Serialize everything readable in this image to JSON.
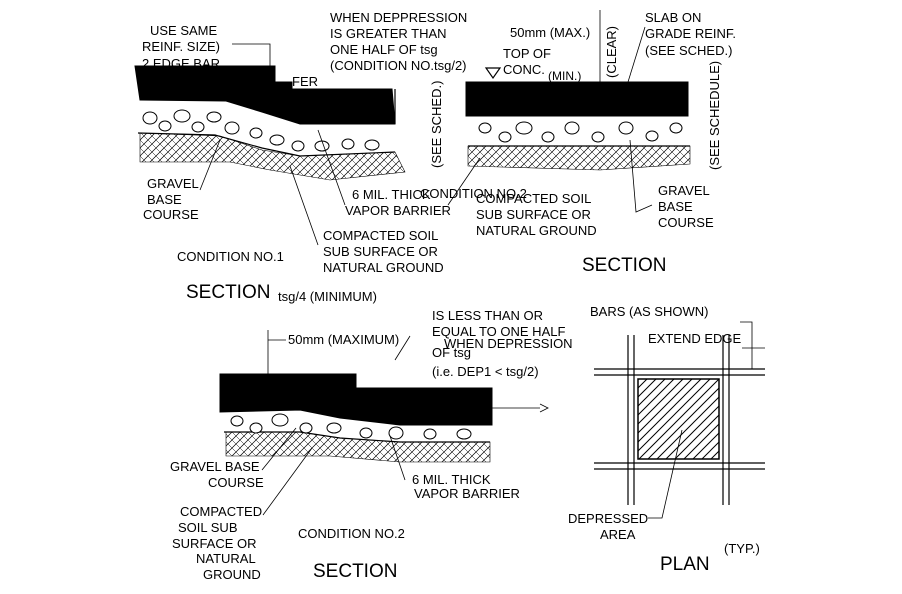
{
  "section1": {
    "note_reinf": [
      "USE SAME",
      "REINF. SIZE)"
    ],
    "note_depression": [
      "WHEN DEPPRESSION",
      "IS GREATER THAN",
      "ONE HALF OF tsg",
      "(CONDITION NO.tsg/2)"
    ],
    "partial_edge_bar": "2 EDGE BAR",
    "partial_fer": "FER",
    "gravel": [
      "GRAVEL",
      "BASE",
      "COURSE"
    ],
    "vapor": [
      "6 MIL. THICK",
      "VAPOR BARRIER"
    ],
    "soil": [
      "COMPACTED SOIL",
      "SUB SURFACE OR",
      "NATURAL GROUND"
    ],
    "condition": "CONDITION NO.1",
    "title": "SECTION",
    "see_sched": "(SEE SCHED.)"
  },
  "section2": {
    "max": "50mm (MAX.)",
    "clear": "(CLEAR)",
    "slab": [
      "SLAB ON",
      "GRADE REINF.",
      "(SEE SCHED.)"
    ],
    "top": [
      "TOP OF",
      "CONC."
    ],
    "min": "(MIN.)",
    "see_schedule": "(SEE SCHEDULE)",
    "condition": "CONDITION NO.2",
    "soil": [
      "COMPACTED SOIL",
      "SUB SURFACE OR",
      "NATURAL GROUND"
    ],
    "gravel": [
      "GRAVEL",
      "BASE",
      "COURSE"
    ],
    "title": "SECTION"
  },
  "section3": {
    "tsg": "tsg/4 (MINIMUM)",
    "max": "50mm (MAXIMUM)",
    "note": [
      "IS LESS THAN OR",
      "EQUAL TO ONE HALF",
      "WHEN DEPRESSION",
      "OF tsg",
      "(i.e. DEP1 < tsg/2)"
    ],
    "gravel": [
      "GRAVEL BASE",
      "COURSE"
    ],
    "vapor": [
      "6 MIL. THICK",
      "VAPOR BARRIER"
    ],
    "soil": [
      "COMPACTED",
      "SOIL SUB",
      "SURFACE OR",
      "NATURAL",
      "GROUND"
    ],
    "condition": "CONDITION NO.2",
    "title": "SECTION"
  },
  "plan": {
    "bars": "BARS (AS SHOWN)",
    "extend": "EXTEND EDGE",
    "depressed": [
      "DEPRESSED",
      "AREA"
    ],
    "title": "PLAN",
    "typ": "(TYP.)"
  },
  "colors": {
    "ink": "#000000",
    "paper": "#ffffff"
  }
}
